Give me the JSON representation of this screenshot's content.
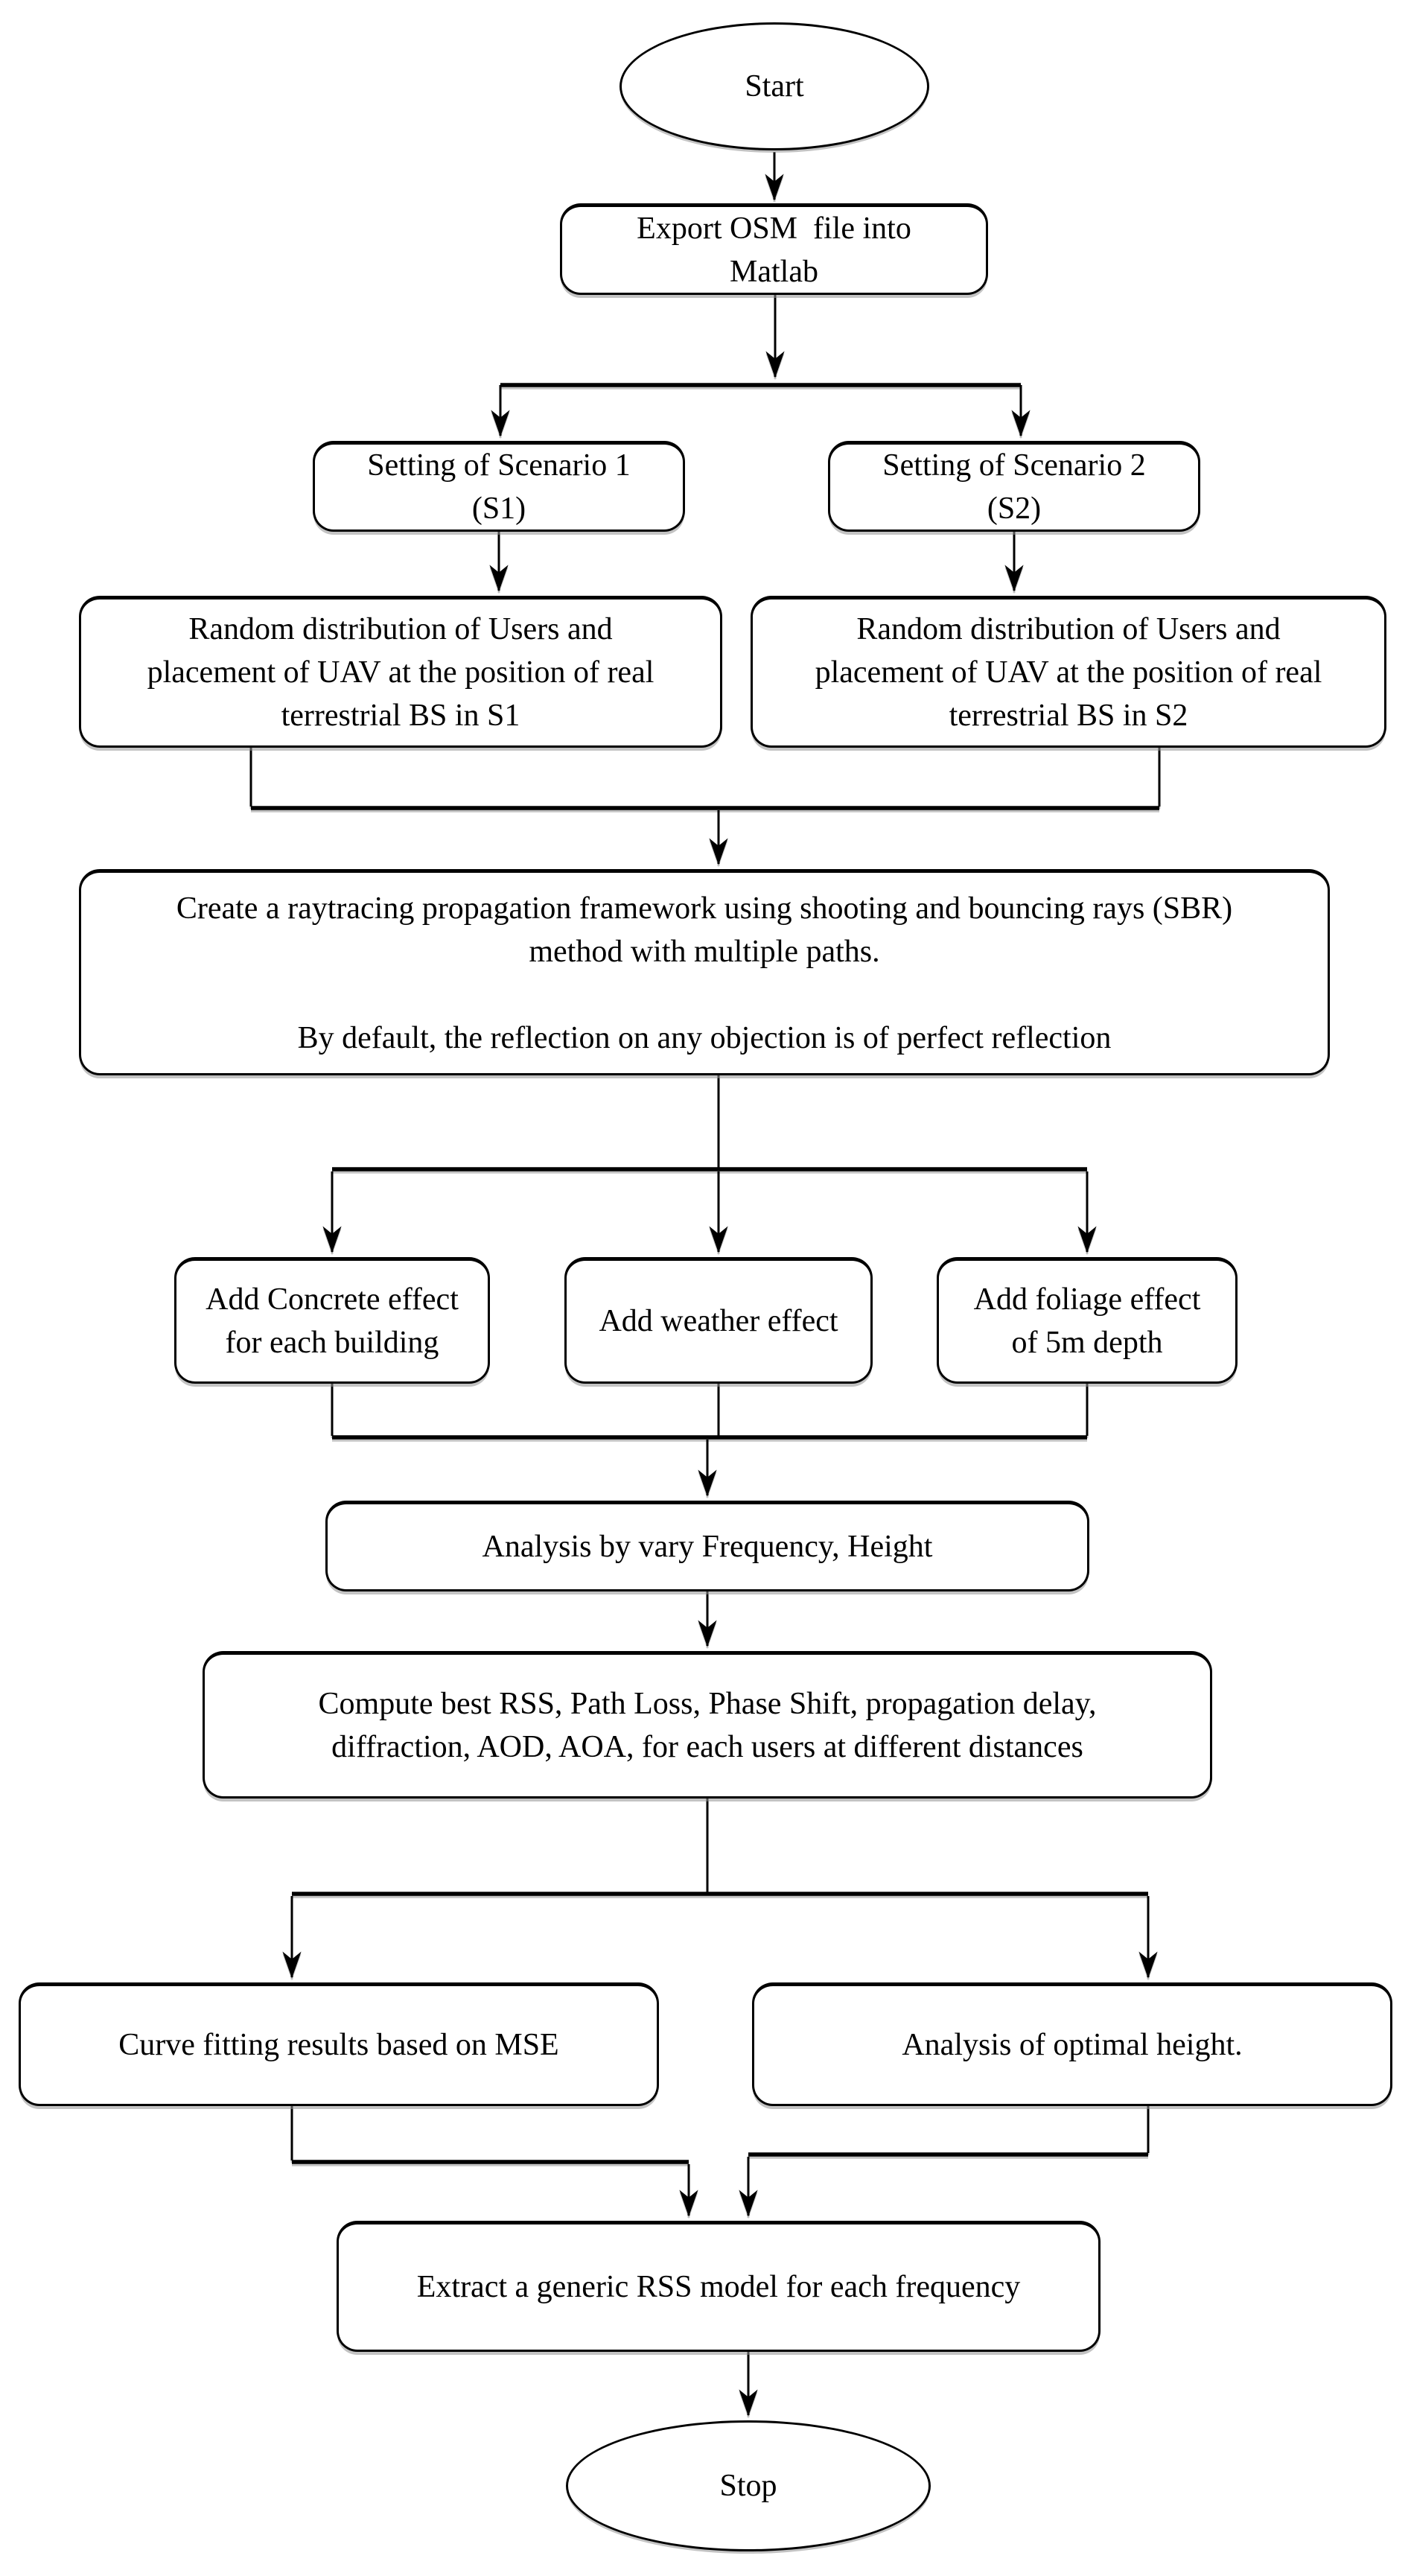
{
  "page": {
    "background_color": "#ffffff",
    "ink_color": "#000000",
    "diagram_type": "flowchart"
  },
  "flowchart": {
    "nodes": {
      "start": {
        "shape": "terminator",
        "lines": [
          "Start"
        ]
      },
      "export_osm": {
        "shape": "process",
        "lines": [
          "Export OSM  file into",
          "Matlab"
        ]
      },
      "scenario1": {
        "shape": "process",
        "lines": [
          "Setting of Scenario 1",
          "(S1)"
        ]
      },
      "scenario2": {
        "shape": "process",
        "lines": [
          "Setting of Scenario 2",
          "(S2)"
        ]
      },
      "random_s1": {
        "shape": "process",
        "lines": [
          "Random distribution of Users and",
          "placement of UAV at the position of real",
          "terrestrial BS in S1"
        ]
      },
      "random_s2": {
        "shape": "process",
        "lines": [
          "Random distribution of Users and",
          "placement of UAV at the position of real",
          "terrestrial BS in S2"
        ]
      },
      "raytracing": {
        "shape": "process",
        "lines": [
          "Create a raytracing propagation framework using shooting and bouncing rays (SBR)",
          "method with multiple paths.",
          "",
          "By default, the reflection on any objection is of perfect reflection"
        ]
      },
      "concrete": {
        "shape": "process",
        "lines": [
          "Add Concrete effect",
          "for each building"
        ]
      },
      "weather": {
        "shape": "process",
        "lines": [
          "Add weather effect"
        ]
      },
      "foliage": {
        "shape": "process",
        "lines": [
          "Add foliage effect",
          "of 5m depth"
        ]
      },
      "analysis": {
        "shape": "process",
        "lines": [
          "Analysis by vary Frequency, Height"
        ]
      },
      "compute": {
        "shape": "process",
        "lines": [
          "Compute best RSS, Path Loss, Phase Shift, propagation delay,",
          "diffraction, AOD, AOA, for each users at different distances"
        ]
      },
      "curve_fit": {
        "shape": "process",
        "lines": [
          "Curve fitting results based on MSE"
        ]
      },
      "optimal_height": {
        "shape": "process",
        "lines": [
          "Analysis of optimal height."
        ]
      },
      "extract": {
        "shape": "process",
        "lines": [
          "Extract a generic RSS model for each frequency"
        ]
      },
      "stop": {
        "shape": "terminator",
        "lines": [
          "Stop"
        ]
      }
    }
  }
}
